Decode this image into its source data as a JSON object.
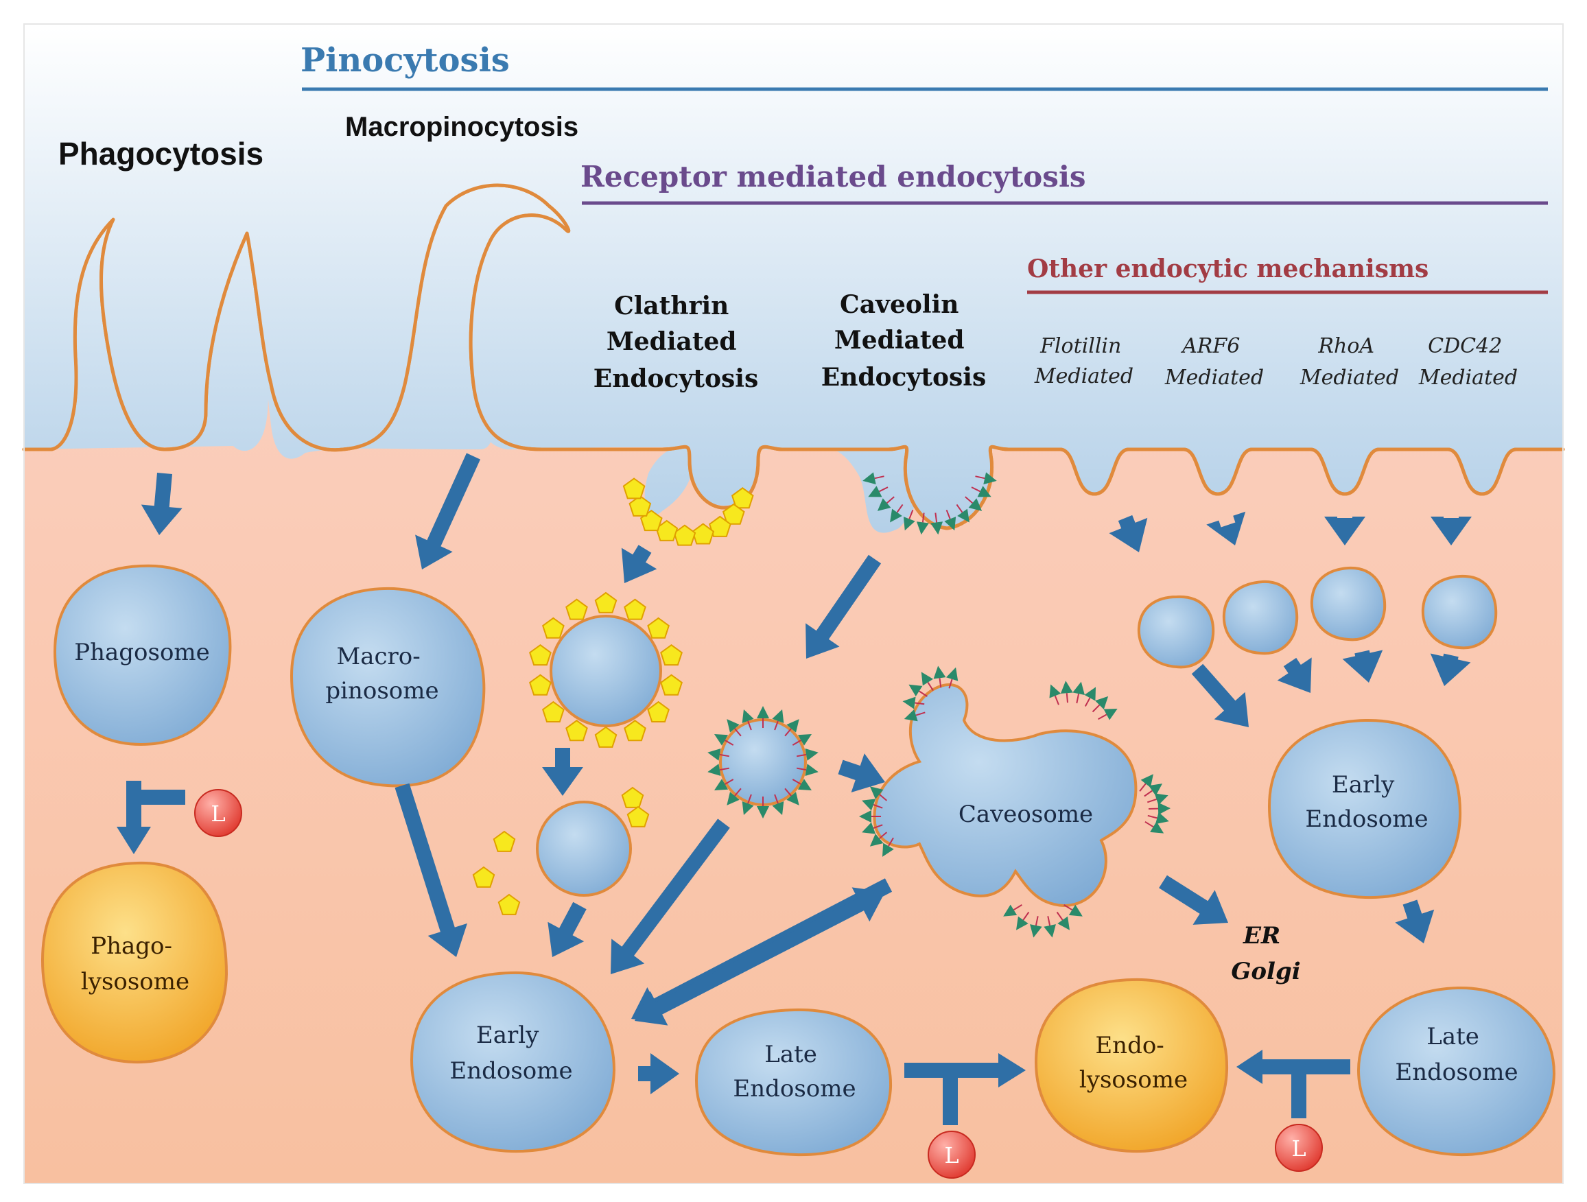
{
  "headers": {
    "pinocytosis": "Pinocytosis",
    "phagocytosis": "Phagocytosis",
    "macropinocytosis": "Macropinocytosis",
    "receptor_mediated": "Receptor mediated endocytosis",
    "other_mechanisms": "Other endocytic mechanisms"
  },
  "pathways": {
    "clathrin": [
      "Clathrin",
      "Mediated",
      "Endocytosis"
    ],
    "caveolin": [
      "Caveolin",
      "Mediated",
      "Endocytosis"
    ],
    "flotillin": [
      "Flotillin",
      "Mediated"
    ],
    "arf6": [
      "ARF6",
      "Mediated"
    ],
    "rhoa": [
      "RhoA",
      "Mediated"
    ],
    "cdc42": [
      "CDC42",
      "Mediated"
    ]
  },
  "compartments": {
    "phagosome": [
      "Phagosome"
    ],
    "macropinosome": [
      "Macro-",
      "pinosome"
    ],
    "phagolysosome": [
      "Phago-",
      "lysosome"
    ],
    "caveosome": [
      "Caveosome"
    ],
    "early_endosome_left": [
      "Early",
      "Endosome"
    ],
    "late_endosome_mid": [
      "Late",
      "Endosome"
    ],
    "endolysosome": [
      "Endo-",
      "lysosome"
    ],
    "early_endosome_right": [
      "Early",
      "Endosome"
    ],
    "late_endosome_right": [
      "Late",
      "Endosome"
    ]
  },
  "destinations": [
    "ER",
    "Golgi"
  ],
  "inhibitor_label": "L",
  "colors": {
    "pinocytosis": "#3a7ab0",
    "receptor_mediated": "#6a4a8c",
    "other_mechanisms": "#a23c44",
    "membrane": "#e08a3c",
    "vesicle_fill": "#8fb8dc",
    "lysosome_fill": "#f4b23c",
    "arrow": "#2f6fa6",
    "clathrin_coat": "#f7e81e",
    "caveolin_coat": "#2a8a6a",
    "inhibitor": "#e0463c"
  }
}
